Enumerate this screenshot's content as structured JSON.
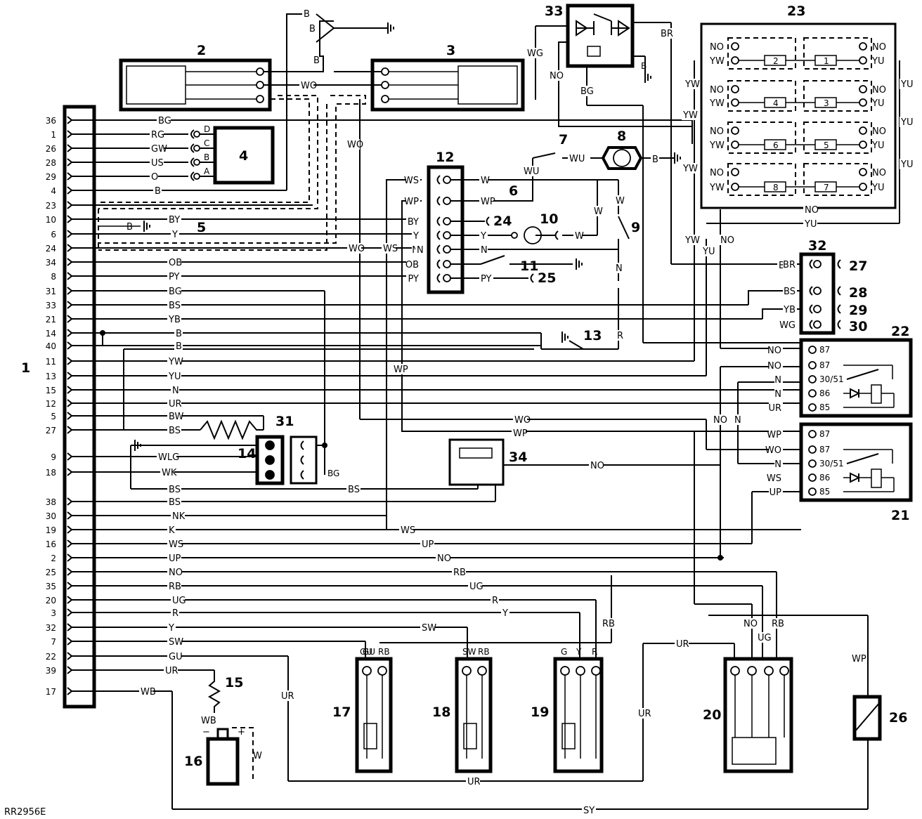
{
  "drawing_code": "RR2956E",
  "components": {
    "c1": "1",
    "c2": "2",
    "c3": "3",
    "c4": "4",
    "c5": "5",
    "c6": "6",
    "c7": "7",
    "c8": "8",
    "c9": "9",
    "c10": "10",
    "c11": "11",
    "c12": "12",
    "c13": "13",
    "c14": "14",
    "c15": "15",
    "c16": "16",
    "c17": "17",
    "c18": "18",
    "c19": "19",
    "c20": "20",
    "c21": "21",
    "c22": "22",
    "c23": "23",
    "c24": "24",
    "c25": "25",
    "c26": "26",
    "c27": "27",
    "c28": "28",
    "c29": "29",
    "c30": "30",
    "c31": "31",
    "c32": "32",
    "c33": "33",
    "c34": "34"
  },
  "ecu_pins": [
    "36",
    "1",
    "26",
    "28",
    "29",
    "4",
    "23",
    "10",
    "6",
    "24",
    "34",
    "8",
    "31",
    "33",
    "21",
    "14",
    "40",
    "11",
    "13",
    "15",
    "12",
    "5",
    "27",
    "9",
    "18",
    "38",
    "30",
    "19",
    "16",
    "2",
    "25",
    "35",
    "20",
    "3",
    "32",
    "7",
    "22",
    "39",
    "17"
  ],
  "ecu_wires": [
    "BG",
    "RG",
    "GW",
    "US",
    "O",
    "B",
    "",
    "BY",
    "Y",
    "",
    "OB",
    "PY",
    "BG",
    "BS",
    "YB",
    "B",
    "B",
    "YW",
    "YU",
    "N",
    "UR",
    "BW",
    "BS",
    "WLG",
    "WK",
    "BS",
    "NK",
    "K",
    "WS",
    "UP",
    "NO",
    "RB",
    "UG",
    "R",
    "Y",
    "SW",
    "GU",
    "UR",
    "WB",
    "SY"
  ],
  "sensor4_pins": [
    "D",
    "C",
    "B",
    "A"
  ],
  "c12_wires_left": [
    "WS",
    "WP",
    "BY",
    "Y",
    "N",
    "OB",
    "PY"
  ],
  "c12_wires_right": [
    "W",
    "WP",
    "",
    "Y",
    "N",
    "",
    "PY"
  ],
  "c32_wires": [
    "BR",
    "BS",
    "YB",
    "WG"
  ],
  "relay_pins": [
    "87",
    "87",
    "30/51",
    "86",
    "85"
  ],
  "relay22_wires": [
    "NO",
    "NO",
    "N",
    "N",
    "UR"
  ],
  "relay21_wires": [
    "WP",
    "WO",
    "N",
    "WS",
    "UP"
  ],
  "c23_left_labels": [
    "NO",
    "YW",
    "YW",
    "NO",
    "YW",
    "NO",
    "YW",
    "NO",
    "YW",
    "YW",
    "YW"
  ],
  "c23_right_labels": [
    "NO",
    "YU",
    "YU",
    "NO",
    "YU",
    "NO",
    "YU",
    "NO",
    "YU",
    "YU",
    "YU"
  ],
  "c23_fuses_left": [
    "2",
    "4",
    "6",
    "8"
  ],
  "c23_fuses_right": [
    "1",
    "3",
    "5",
    "7"
  ],
  "labels": {
    "b": "B",
    "wo": "WO",
    "wg": "WG",
    "br": "BR",
    "no": "NO",
    "bg": "BG",
    "yu": "YU",
    "yw": "YW",
    "wu": "WU",
    "w": "W",
    "n": "N",
    "r": "R",
    "ws": "WS",
    "wp": "WP",
    "bs": "BS",
    "yb": "YB",
    "ur": "UR",
    "up": "UP",
    "rb": "RB",
    "ug": "UG",
    "y": "Y",
    "sw": "SW",
    "gu": "GU",
    "g": "G",
    "sy": "SY",
    "wb": "WB",
    "minus": "−",
    "plus": "+",
    "wlg": "WLG",
    "wk": "WK",
    "nk": "NK",
    "k": "K",
    "by": "BY",
    "ob": "OB",
    "py": "PY",
    "gw": "GW",
    "us": "US",
    "o": "O",
    "rg": "RG",
    "bw": "BW"
  }
}
